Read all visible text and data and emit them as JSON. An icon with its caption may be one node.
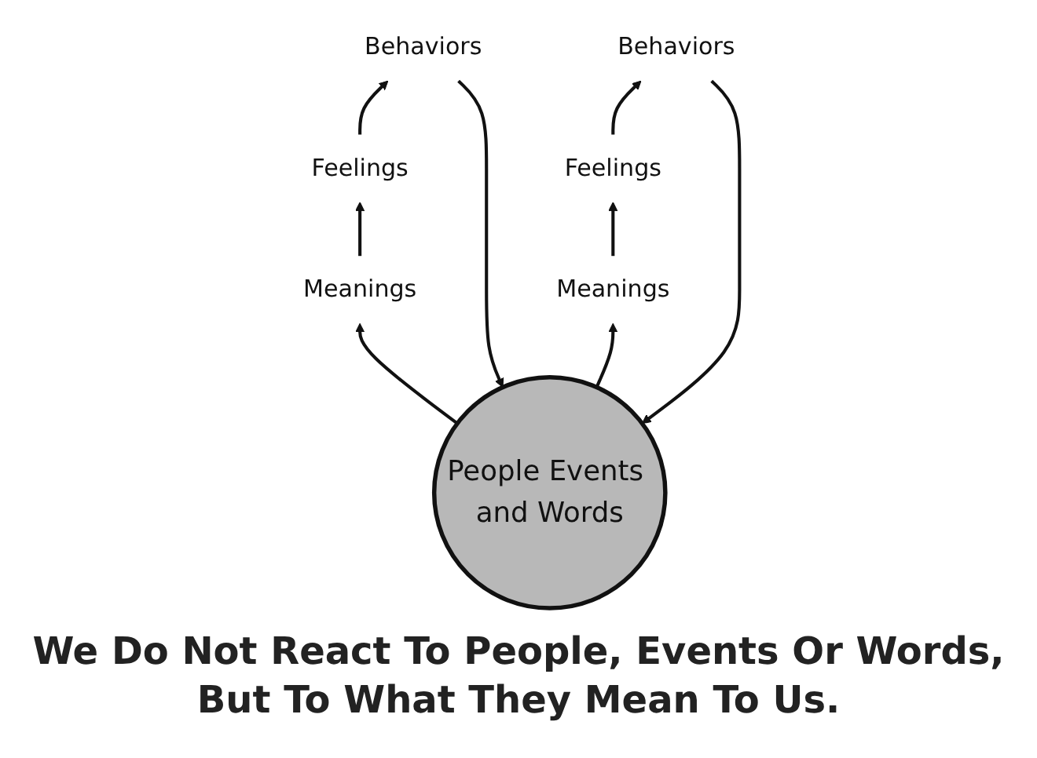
{
  "diagram": {
    "caption": "We Do Not React To People, Events Or Words, But To What They Mean To Us.",
    "nodes": [
      {
        "text": [
          "People Events and Words"
        ]
      },
      {
        "text": [
          "Meanings"
        ]
      },
      {
        "text": [
          "Meanings"
        ]
      },
      {
        "text": [
          "Feelings"
        ]
      },
      {
        "text": [
          "Feelings"
        ]
      },
      {
        "text": [
          "Behaviors"
        ]
      },
      {
        "text": [
          "Behaviors"
        ]
      }
    ],
    "edges": [
      {
        "from": 0,
        "to": 1,
        "arrow": "to"
      },
      {
        "from": 0,
        "to": 2,
        "arrow": "to"
      },
      {
        "from": 1,
        "to": 3,
        "arrow": "to"
      },
      {
        "from": 2,
        "to": 4,
        "arrow": "to"
      },
      {
        "from": 3,
        "to": 5,
        "arrow": "to"
      },
      {
        "from": 4,
        "to": 6,
        "arrow": "to"
      },
      {
        "from": 5,
        "to": 0,
        "arrow": "to"
      },
      {
        "from": 6,
        "to": 0,
        "arrow": "to"
      }
    ]
  }
}
